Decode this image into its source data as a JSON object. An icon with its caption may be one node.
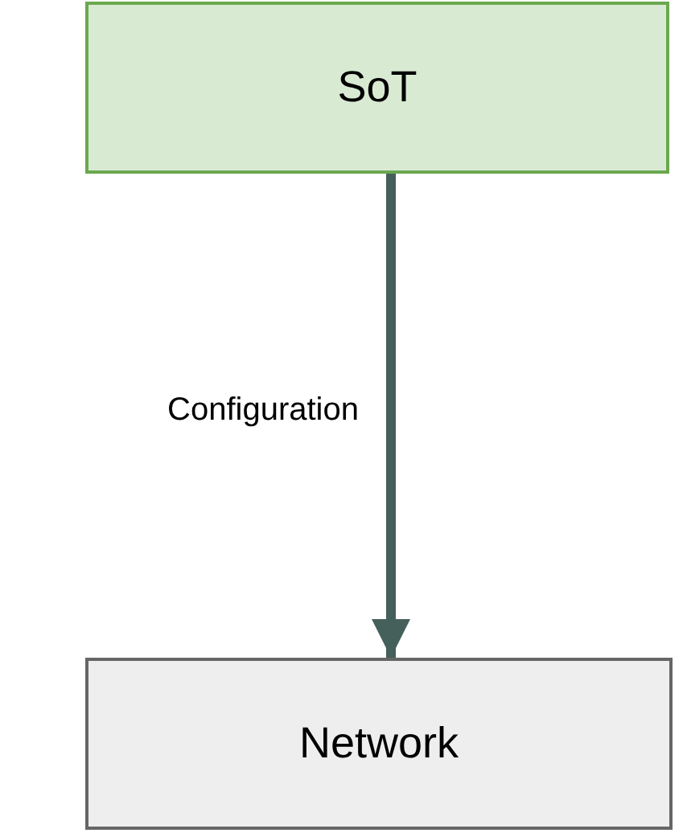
{
  "diagram": {
    "nodes": [
      {
        "text": [
          "SoT"
        ]
      },
      {
        "text": [
          "Network"
        ]
      }
    ],
    "edges": [
      {
        "from": 0,
        "to": 1,
        "arrow": "to",
        "label": "Configuration"
      }
    ]
  }
}
